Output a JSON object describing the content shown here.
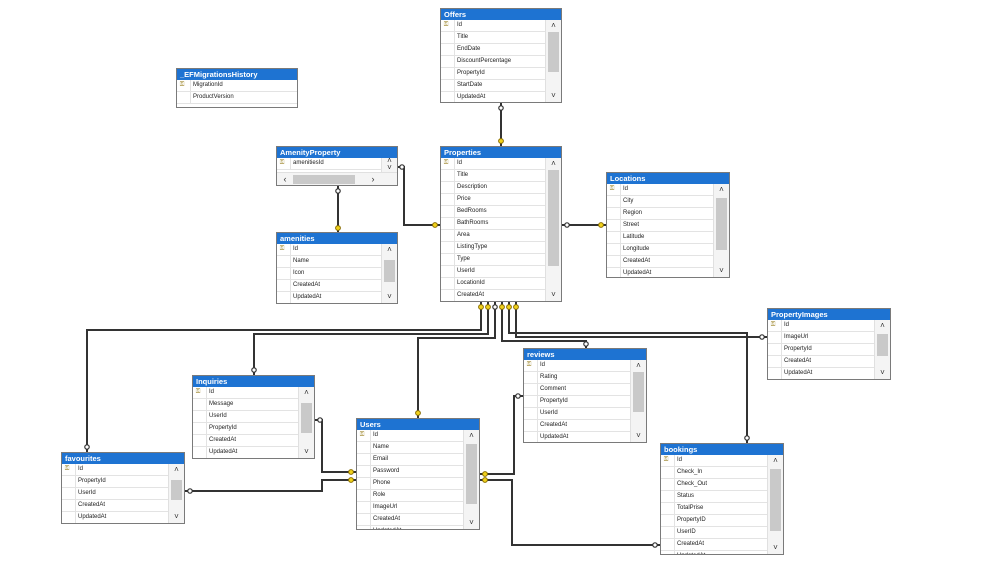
{
  "colors": {
    "title_bar": "#1e73d2",
    "connector": "#333333",
    "key_icon": "#8a6d00"
  },
  "icons": {
    "primary_key": "key-icon",
    "scroll_up": "chevron-up-icon",
    "scroll_down": "chevron-down-icon"
  },
  "tables": {
    "ef": {
      "title": "_EFMigrationsHistory",
      "rows": [
        {
          "name": "MigrationId",
          "pk": true
        },
        {
          "name": "ProductVersion",
          "pk": false
        }
      ]
    },
    "offers": {
      "title": "Offers",
      "rows": [
        {
          "name": "Id",
          "pk": true
        },
        {
          "name": "Title",
          "pk": false
        },
        {
          "name": "EndDate",
          "pk": false
        },
        {
          "name": "DiscountPercentage",
          "pk": false
        },
        {
          "name": "PropertyId",
          "pk": false
        },
        {
          "name": "StartDate",
          "pk": false
        },
        {
          "name": "UpdatedAt",
          "pk": false
        }
      ]
    },
    "amenityproperty": {
      "title": "AmenityProperty",
      "rows": [
        {
          "name": "amenitiesId",
          "pk": true
        }
      ]
    },
    "properties": {
      "title": "Properties",
      "rows": [
        {
          "name": "Id",
          "pk": true
        },
        {
          "name": "Title",
          "pk": false
        },
        {
          "name": "Description",
          "pk": false
        },
        {
          "name": "Price",
          "pk": false
        },
        {
          "name": "BedRooms",
          "pk": false
        },
        {
          "name": "BathRooms",
          "pk": false
        },
        {
          "name": "Area",
          "pk": false
        },
        {
          "name": "ListingType",
          "pk": false
        },
        {
          "name": "Type",
          "pk": false
        },
        {
          "name": "UserId",
          "pk": false
        },
        {
          "name": "LocationId",
          "pk": false
        },
        {
          "name": "CreatedAt",
          "pk": false
        }
      ]
    },
    "locations": {
      "title": "Locations",
      "rows": [
        {
          "name": "Id",
          "pk": true
        },
        {
          "name": "City",
          "pk": false
        },
        {
          "name": "Region",
          "pk": false
        },
        {
          "name": "Street",
          "pk": false
        },
        {
          "name": "Latitude",
          "pk": false
        },
        {
          "name": "Longitude",
          "pk": false
        },
        {
          "name": "CreatedAt",
          "pk": false
        },
        {
          "name": "UpdatedAt",
          "pk": false
        }
      ]
    },
    "amenities": {
      "title": "amenities",
      "rows": [
        {
          "name": "Id",
          "pk": true
        },
        {
          "name": "Name",
          "pk": false
        },
        {
          "name": "Icon",
          "pk": false
        },
        {
          "name": "CreatedAt",
          "pk": false
        },
        {
          "name": "UpdatedAt",
          "pk": false
        }
      ]
    },
    "propertyimages": {
      "title": "PropertyImages",
      "rows": [
        {
          "name": "Id",
          "pk": true
        },
        {
          "name": "ImageUrl",
          "pk": false
        },
        {
          "name": "PropertyId",
          "pk": false
        },
        {
          "name": "CreatedAt",
          "pk": false
        },
        {
          "name": "UpdatedAt",
          "pk": false
        }
      ]
    },
    "reviews": {
      "title": "reviews",
      "rows": [
        {
          "name": "Id",
          "pk": true
        },
        {
          "name": "Rating",
          "pk": false
        },
        {
          "name": "Comment",
          "pk": false
        },
        {
          "name": "PropertyId",
          "pk": false
        },
        {
          "name": "UserId",
          "pk": false
        },
        {
          "name": "CreatedAt",
          "pk": false
        },
        {
          "name": "UpdatedAt",
          "pk": false
        }
      ]
    },
    "inquiries": {
      "title": "Inquiries",
      "rows": [
        {
          "name": "Id",
          "pk": true
        },
        {
          "name": "Message",
          "pk": false
        },
        {
          "name": "UserId",
          "pk": false
        },
        {
          "name": "PropertyId",
          "pk": false
        },
        {
          "name": "CreatedAt",
          "pk": false
        },
        {
          "name": "UpdatedAt",
          "pk": false
        }
      ]
    },
    "users": {
      "title": "Users",
      "rows": [
        {
          "name": "Id",
          "pk": true
        },
        {
          "name": "Name",
          "pk": false
        },
        {
          "name": "Email",
          "pk": false
        },
        {
          "name": "Password",
          "pk": false
        },
        {
          "name": "Phone",
          "pk": false
        },
        {
          "name": "Role",
          "pk": false
        },
        {
          "name": "ImageUrl",
          "pk": false
        },
        {
          "name": "CreatedAt",
          "pk": false
        },
        {
          "name": "UpdatedAt",
          "pk": false
        }
      ]
    },
    "bookings": {
      "title": "bookings",
      "rows": [
        {
          "name": "Id",
          "pk": true
        },
        {
          "name": "Check_In",
          "pk": false
        },
        {
          "name": "Check_Out",
          "pk": false
        },
        {
          "name": "Status",
          "pk": false
        },
        {
          "name": "TotalPrise",
          "pk": false
        },
        {
          "name": "PropertyID",
          "pk": false
        },
        {
          "name": "UserID",
          "pk": false
        },
        {
          "name": "CreatedAt",
          "pk": false
        },
        {
          "name": "UpdatedAt",
          "pk": false
        }
      ]
    },
    "favourites": {
      "title": "favourites",
      "rows": [
        {
          "name": "Id",
          "pk": true
        },
        {
          "name": "PropertyId",
          "pk": false
        },
        {
          "name": "UserId",
          "pk": false
        },
        {
          "name": "CreatedAt",
          "pk": false
        },
        {
          "name": "UpdatedAt",
          "pk": false
        }
      ]
    }
  },
  "relationships": [
    {
      "from": "offers",
      "to": "properties",
      "from_end": "many",
      "to_end": "one"
    },
    {
      "from": "amenityproperty",
      "to": "properties",
      "from_end": "many",
      "to_end": "one"
    },
    {
      "from": "amenityproperty",
      "to": "amenities",
      "from_end": "many",
      "to_end": "one"
    },
    {
      "from": "properties",
      "to": "locations",
      "from_end": "many",
      "to_end": "one"
    },
    {
      "from": "favourites",
      "to": "properties",
      "from_end": "many",
      "to_end": "one"
    },
    {
      "from": "inquiries",
      "to": "properties",
      "from_end": "many",
      "to_end": "one"
    },
    {
      "from": "users",
      "to": "properties",
      "from_end": "one",
      "to_end": "many"
    },
    {
      "from": "reviews",
      "to": "properties",
      "from_end": "many",
      "to_end": "one"
    },
    {
      "from": "bookings",
      "to": "properties",
      "from_end": "many",
      "to_end": "one"
    },
    {
      "from": "propertyimages",
      "to": "properties",
      "from_end": "many",
      "to_end": "one"
    },
    {
      "from": "favourites",
      "to": "users",
      "from_end": "many",
      "to_end": "one"
    },
    {
      "from": "inquiries",
      "to": "users",
      "from_end": "many",
      "to_end": "one"
    },
    {
      "from": "reviews",
      "to": "users",
      "from_end": "many",
      "to_end": "one"
    },
    {
      "from": "bookings",
      "to": "users",
      "from_end": "many",
      "to_end": "one"
    }
  ]
}
